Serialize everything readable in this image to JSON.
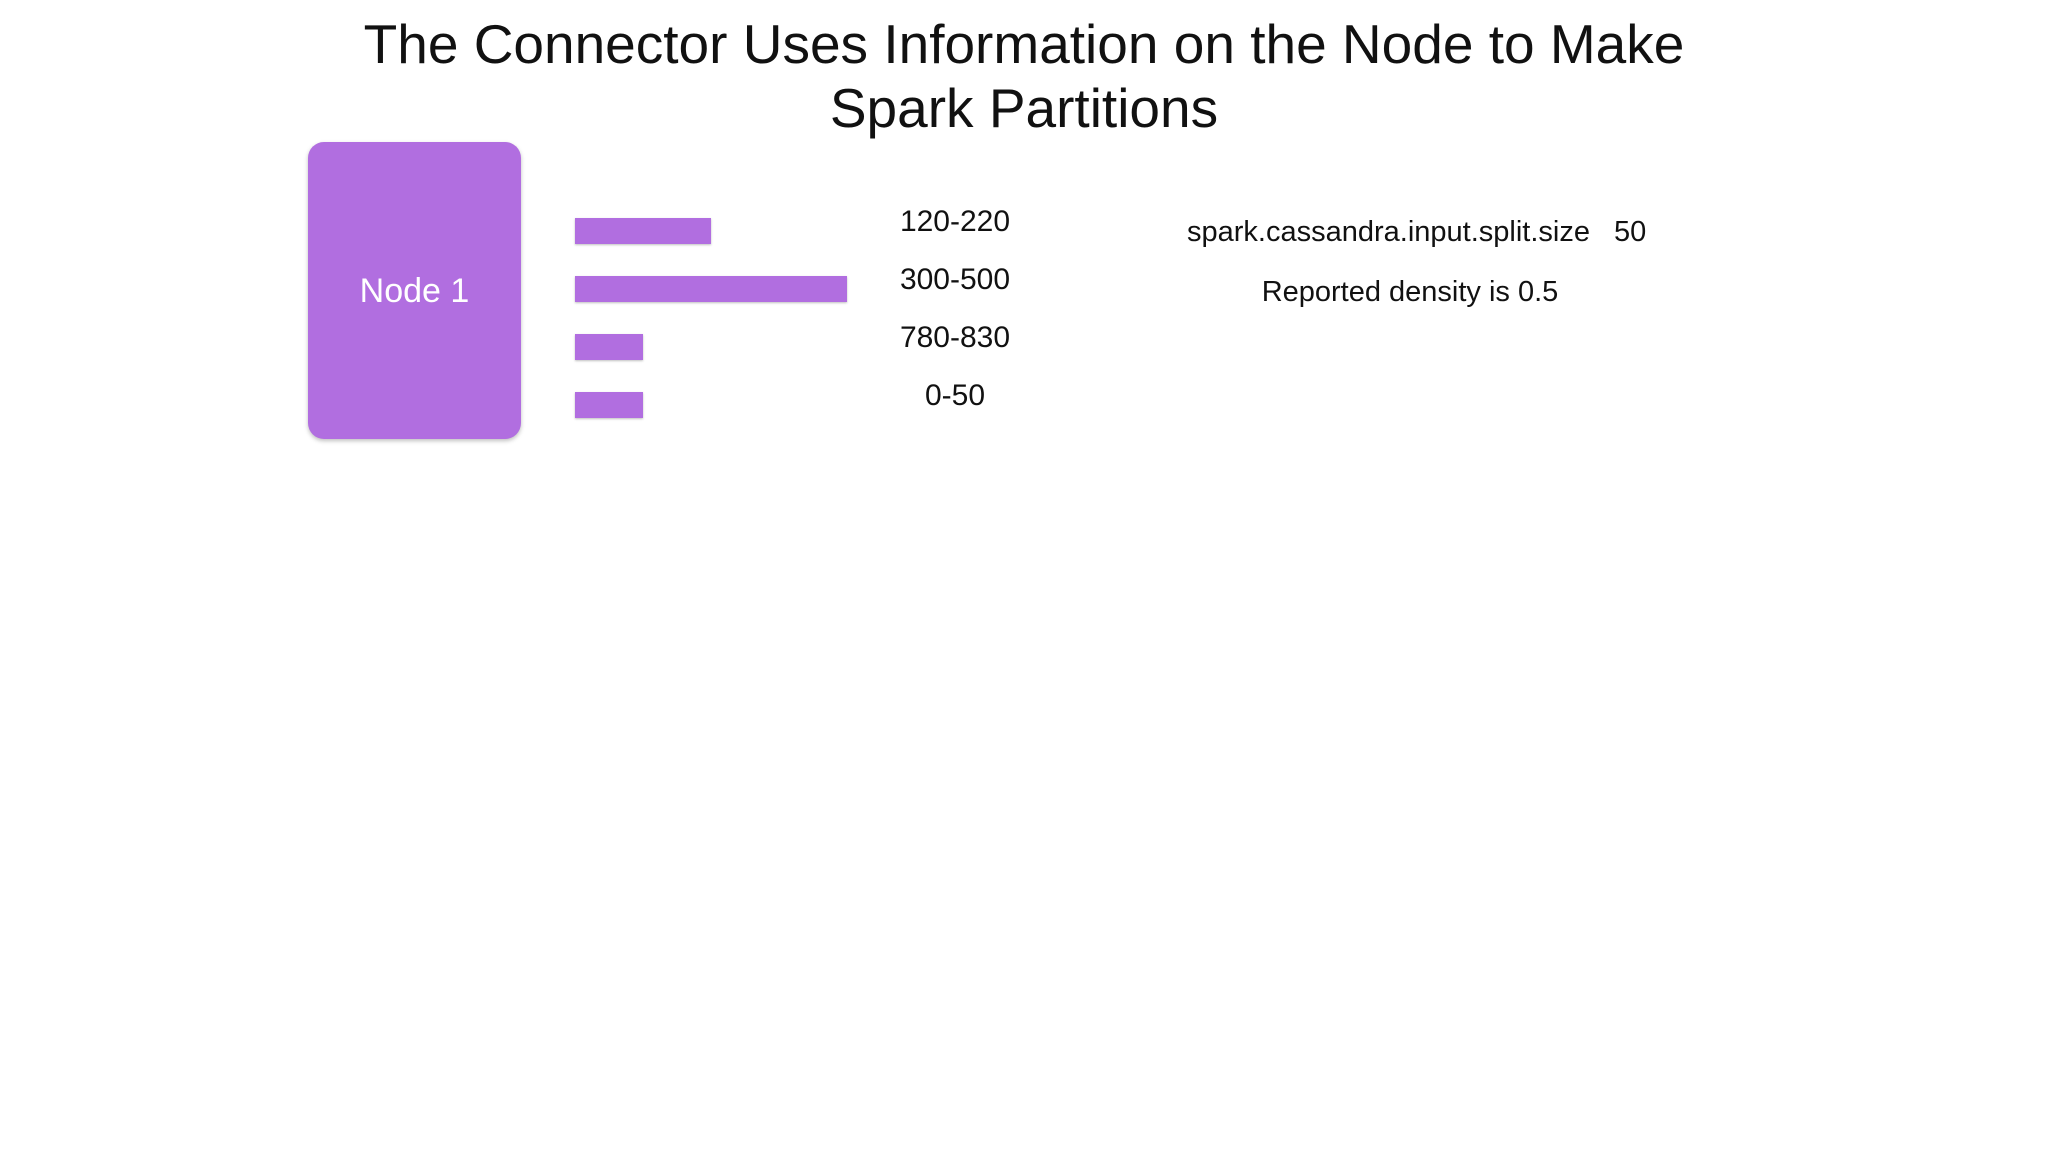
{
  "title": {
    "line1": "The Connector Uses Information on the Node to Make",
    "line2": "Spark Partitions"
  },
  "node": {
    "label": "Node 1"
  },
  "token_ranges": [
    {
      "label": "120-220",
      "size": 100
    },
    {
      "label": "300-500",
      "size": 200
    },
    {
      "label": "780-830",
      "size": 50
    },
    {
      "label": "0-50",
      "size": 50
    }
  ],
  "setting": {
    "name": "spark.cassandra.input.split.size",
    "value": "50"
  },
  "density_text": "Reported density is 0.5",
  "colors": {
    "accent": "#b16ee0",
    "background": "#ffffff",
    "text": "#111111"
  }
}
